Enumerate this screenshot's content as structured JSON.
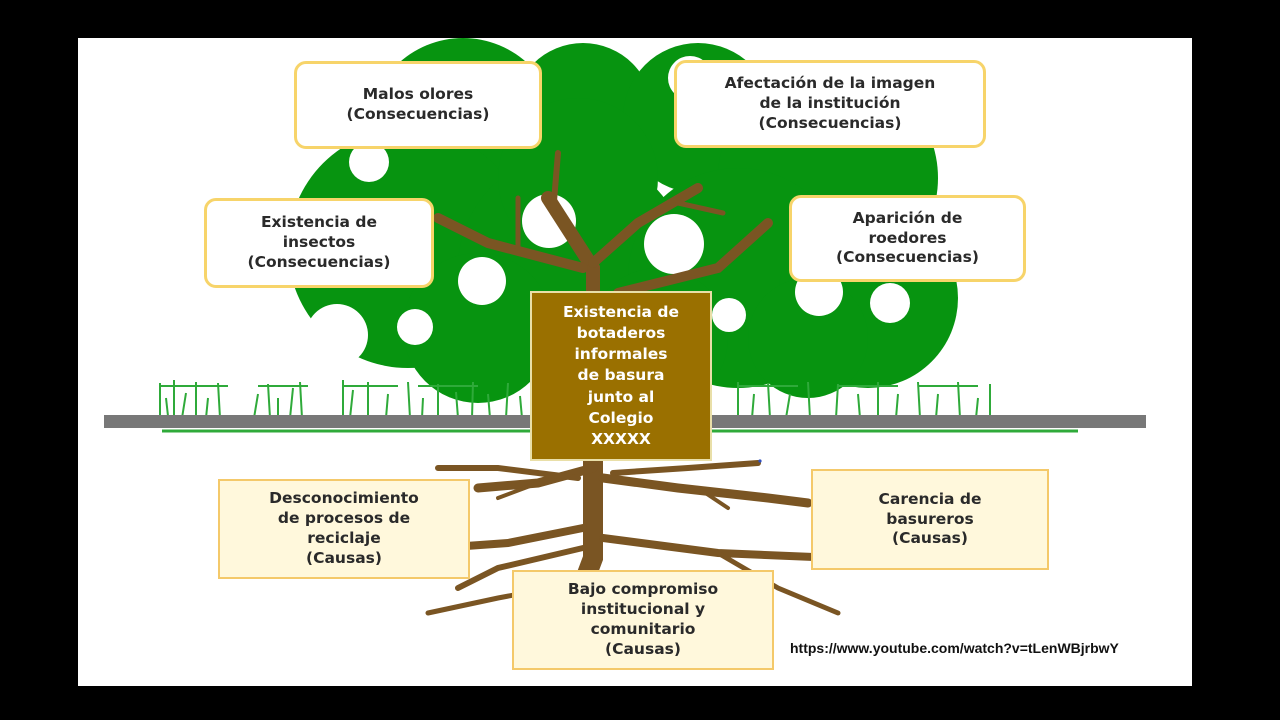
{
  "consequences": [
    {
      "id": "c1",
      "label": "Malos olores\n(Consecuencias)"
    },
    {
      "id": "c2",
      "label": "Afectación de la imagen\nde la institución\n(Consecuencias)"
    },
    {
      "id": "c3",
      "label": "Existencia de\ninsectos\n(Consecuencias)"
    },
    {
      "id": "c4",
      "label": "Aparición de\nroedores\n(Consecuencias)"
    }
  ],
  "problem": {
    "label": "Existencia de\nbotaderos\ninformales\nde basura\njunto al\nColegio\nXXXXX"
  },
  "causes": [
    {
      "id": "k1",
      "label": "Desconocimiento\nde procesos de\nreciclaje\n(Causas)"
    },
    {
      "id": "k2",
      "label": "Carencia de\nbasureros\n(Causas)"
    },
    {
      "id": "k3",
      "label": "Bajo compromiso\ninstitucional y\ncomunitario\n(Causas)"
    }
  ],
  "source_url": "https://www.youtube.com/watch?v=tLenWBjrbwY",
  "colors": {
    "canopy": "#079410",
    "bark": "#7a5523",
    "ground": "#787878",
    "grass": "#2faa3a",
    "trunk_box": "#9a7000",
    "consequence_border": "#f7d46a",
    "cause_fill": "#fff8dc"
  }
}
